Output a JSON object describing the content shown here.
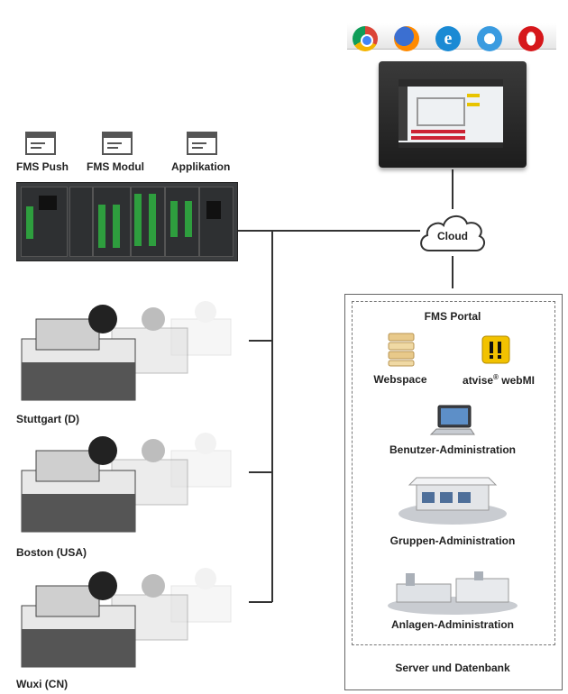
{
  "modules": {
    "fms_push": "FMS Push",
    "fms_modul": "FMS Modul",
    "applikation": "Applikation"
  },
  "cloud": "Cloud",
  "sites": {
    "stuttgart": "Stuttgart (D)",
    "boston": "Boston (USA)",
    "wuxi": "Wuxi (CN)"
  },
  "portal": {
    "title": "FMS Portal",
    "webspace": "Webspace",
    "webmi_prefix": "atvise",
    "webmi_reg": "®",
    "webmi_suffix": " webMI",
    "benutzer": "Benutzer-Administration",
    "gruppen": "Gruppen-Administration",
    "anlagen": "Anlagen-Administration",
    "server": "Server und Datenbank"
  },
  "browser_icons": [
    "chrome-icon",
    "firefox-icon",
    "internet-explorer-icon",
    "safari-icon",
    "opera-icon"
  ],
  "colors": {
    "line": "#333333",
    "green": "#2e9e3e",
    "yellow": "#f2c200",
    "accent_blue": "#1a73e8"
  }
}
